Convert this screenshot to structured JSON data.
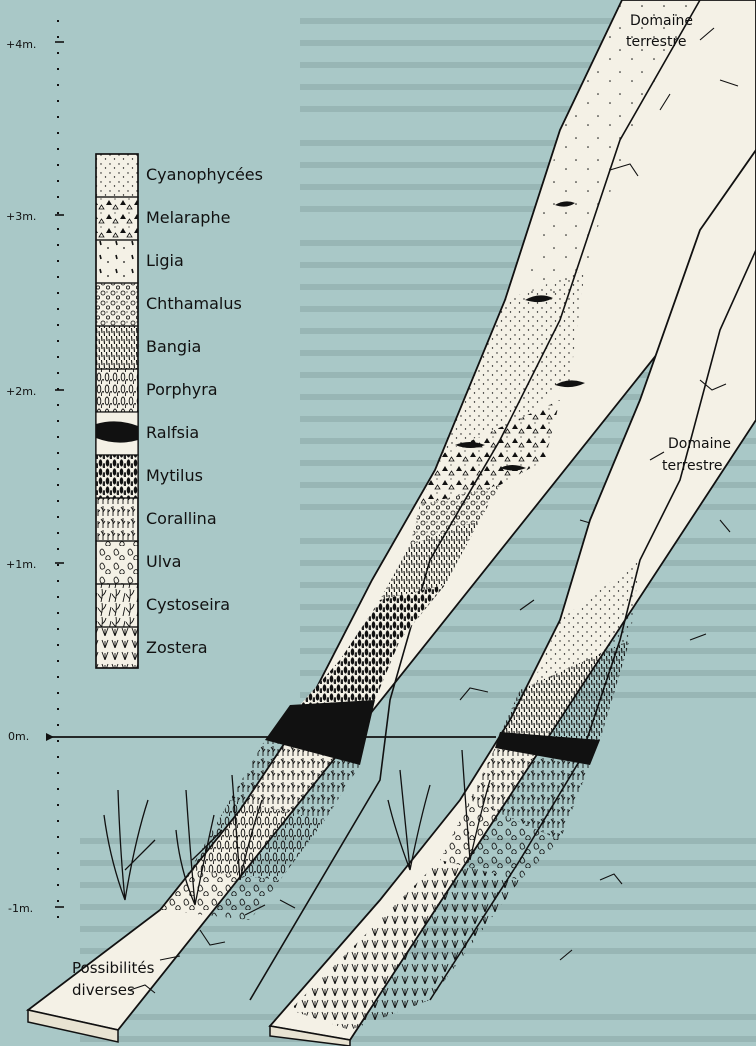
{
  "scale": {
    "labels": [
      "+4m.",
      "+3m.",
      "+2m.",
      "+1m.",
      "0m.",
      "-1m."
    ]
  },
  "legend": {
    "items": [
      {
        "label": "Cyanophycées",
        "pattern": "fine-dots"
      },
      {
        "label": "Melaraphe",
        "pattern": "triangles"
      },
      {
        "label": "Ligia",
        "pattern": "sparse-marks"
      },
      {
        "label": "Chthamalus",
        "pattern": "circles"
      },
      {
        "label": "Bangia",
        "pattern": "vertical-dashes"
      },
      {
        "label": "Porphyra",
        "pattern": "leaves"
      },
      {
        "label": "Ralfsia",
        "pattern": "black-band"
      },
      {
        "label": "Mytilus",
        "pattern": "dark-shells"
      },
      {
        "label": "Corallina",
        "pattern": "branched"
      },
      {
        "label": "Ulva",
        "pattern": "open-blobs"
      },
      {
        "label": "Cystoseira",
        "pattern": "fronds"
      },
      {
        "label": "Zostera",
        "pattern": "grass"
      }
    ]
  },
  "annotations": {
    "domaine_terrestre_1": [
      "Domaine",
      "terrestre"
    ],
    "domaine_terrestre_2": [
      "Domaine",
      "terrestre"
    ],
    "possibilites": [
      "Possibilités",
      "diverses"
    ]
  },
  "colors": {
    "background": "#a9c8c7",
    "slab": "#f4f1e6",
    "ink": "#111111"
  }
}
